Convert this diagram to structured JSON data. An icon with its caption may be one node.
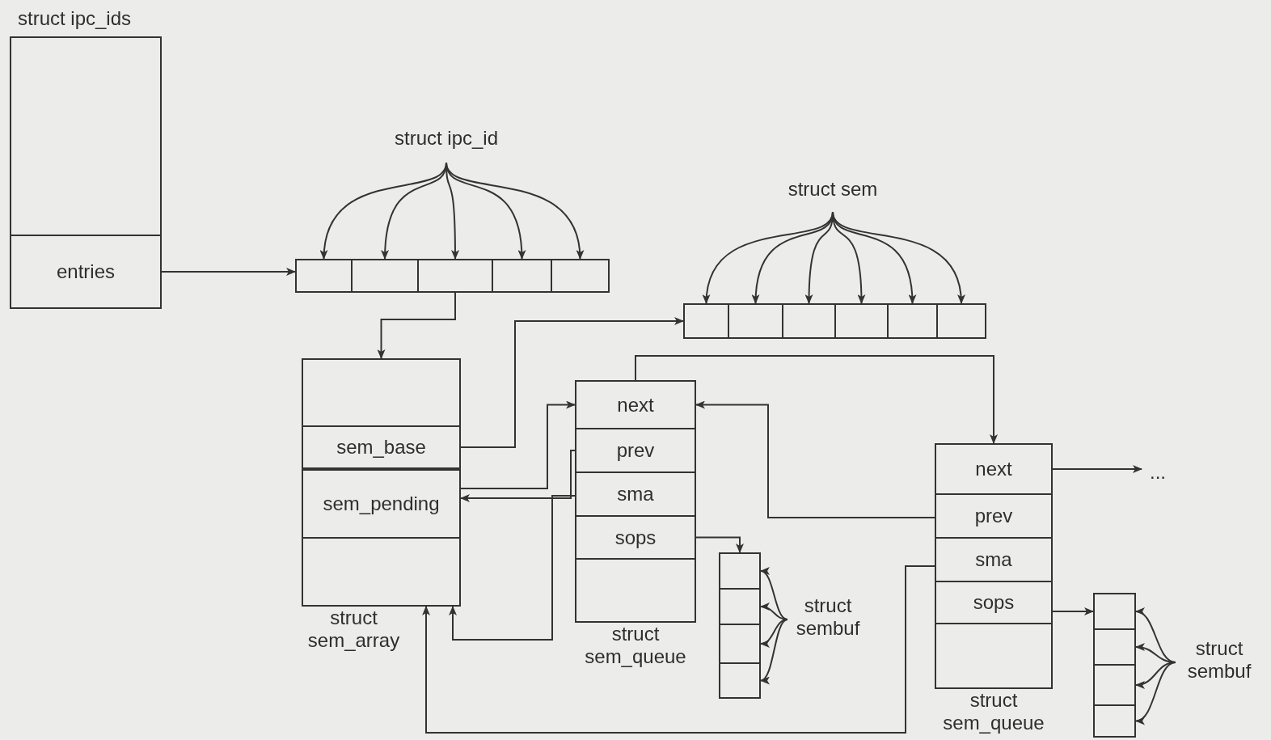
{
  "diagram": {
    "nodes": [
      {
        "text": [
          "struct ipc_ids"
        ]
      },
      {
        "text": [
          "entries"
        ],
        "in": 0
      },
      {
        "text": [
          "struct ipc_id"
        ]
      },
      {
        "text": [],
        "shape": "box"
      },
      {
        "text": [],
        "shape": "box"
      },
      {
        "text": [],
        "shape": "box"
      },
      {
        "text": [],
        "shape": "box"
      },
      {
        "text": [],
        "shape": "box"
      },
      {
        "text": [
          "struct sem_array"
        ]
      },
      {
        "text": [
          "sem_base"
        ],
        "in": 8
      },
      {
        "text": [
          "sem_pending"
        ],
        "in": 8
      },
      {
        "text": [
          "struct sem"
        ]
      },
      {
        "text": [],
        "shape": "box"
      },
      {
        "text": [],
        "shape": "box"
      },
      {
        "text": [],
        "shape": "box"
      },
      {
        "text": [],
        "shape": "box"
      },
      {
        "text": [],
        "shape": "box"
      },
      {
        "text": [],
        "shape": "box"
      },
      {
        "text": [
          "struct sem_queue"
        ]
      },
      {
        "text": [
          "next"
        ],
        "in": 18
      },
      {
        "text": [
          "prev"
        ],
        "in": 18
      },
      {
        "text": [
          "sma"
        ],
        "in": 18
      },
      {
        "text": [
          "sops"
        ],
        "in": 18
      },
      {
        "text": [
          "struct sembuf"
        ]
      },
      {
        "text": [],
        "shape": "box"
      },
      {
        "text": [],
        "shape": "box"
      },
      {
        "text": [],
        "shape": "box"
      },
      {
        "text": [],
        "shape": "box"
      },
      {
        "text": [
          "struct sem_queue"
        ]
      },
      {
        "text": [
          "next"
        ],
        "in": 28
      },
      {
        "text": [
          "prev"
        ],
        "in": 28
      },
      {
        "text": [
          "sma"
        ],
        "in": 28
      },
      {
        "text": [
          "sops"
        ],
        "in": 28
      },
      {
        "text": [
          "struct sembuf"
        ]
      },
      {
        "text": [],
        "shape": "box"
      },
      {
        "text": [],
        "shape": "box"
      },
      {
        "text": [],
        "shape": "box"
      },
      {
        "text": [],
        "shape": "box"
      },
      {
        "text": [
          "..."
        ]
      }
    ],
    "edges": [
      {
        "from": 1,
        "to": 3,
        "arrow": "to"
      },
      {
        "from": 2,
        "to": 3,
        "arrow": "to"
      },
      {
        "from": 2,
        "to": 4,
        "arrow": "to"
      },
      {
        "from": 2,
        "to": 5,
        "arrow": "to"
      },
      {
        "from": 2,
        "to": 6,
        "arrow": "to"
      },
      {
        "from": 2,
        "to": 7,
        "arrow": "to"
      },
      {
        "from": 5,
        "to": 8,
        "arrow": "to"
      },
      {
        "from": 9,
        "to": 12,
        "arrow": "to"
      },
      {
        "from": 10,
        "to": 19,
        "arrow": "to"
      },
      {
        "from": 20,
        "to": 10,
        "arrow": "to"
      },
      {
        "from": 21,
        "to": 8,
        "arrow": "to"
      },
      {
        "from": 31,
        "to": 8,
        "arrow": "to"
      },
      {
        "from": 19,
        "to": 29,
        "arrow": "to"
      },
      {
        "from": 30,
        "to": 19,
        "arrow": "to"
      },
      {
        "from": 29,
        "to": 38,
        "arrow": "to"
      },
      {
        "from": 22,
        "to": 24,
        "arrow": "to"
      },
      {
        "from": 32,
        "to": 34,
        "arrow": "to"
      },
      {
        "from": 23,
        "to": 24,
        "arrow": "to"
      },
      {
        "from": 23,
        "to": 25,
        "arrow": "to"
      },
      {
        "from": 23,
        "to": 26,
        "arrow": "to"
      },
      {
        "from": 23,
        "to": 27,
        "arrow": "to"
      },
      {
        "from": 33,
        "to": 34,
        "arrow": "to"
      },
      {
        "from": 33,
        "to": 35,
        "arrow": "to"
      },
      {
        "from": 33,
        "to": 36,
        "arrow": "to"
      },
      {
        "from": 33,
        "to": 37,
        "arrow": "to"
      },
      {
        "from": 11,
        "to": 12,
        "arrow": "to"
      },
      {
        "from": 11,
        "to": 13,
        "arrow": "to"
      },
      {
        "from": 11,
        "to": 14,
        "arrow": "to"
      },
      {
        "from": 11,
        "to": 15,
        "arrow": "to"
      },
      {
        "from": 11,
        "to": 16,
        "arrow": "to"
      },
      {
        "from": 11,
        "to": 17,
        "arrow": "to"
      }
    ]
  }
}
